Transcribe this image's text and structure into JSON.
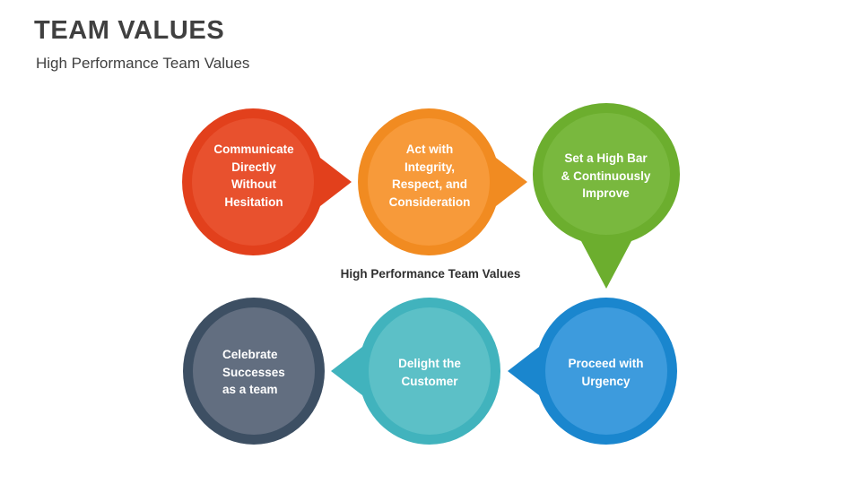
{
  "header": {
    "title": "TEAM VALUES",
    "subtitle": "High Performance Team Values"
  },
  "diagram": {
    "center_caption": "High Performance Team Values",
    "type": "cycle-teardrop-diagram",
    "nodes": [
      {
        "id": "communicate",
        "label": "Communicate\nDirectly\nWithout\nHesitation",
        "outer_color": "#E2401C",
        "inner_color": "#E8512E",
        "point_direction": "right",
        "row": "top",
        "order": 1
      },
      {
        "id": "integrity",
        "label": "Act with\nIntegrity,\nRespect, and\nConsideration",
        "outer_color": "#F18B21",
        "inner_color": "#F79A3A",
        "point_direction": "right",
        "row": "top",
        "order": 2
      },
      {
        "id": "highbar",
        "label": "Set a High Bar\n& Continuously\nImprove",
        "outer_color": "#6CAE2E",
        "inner_color": "#79B83E",
        "point_direction": "down",
        "row": "top",
        "order": 3
      },
      {
        "id": "urgency",
        "label": "Proceed with\nUrgency",
        "outer_color": "#1A86CE",
        "inner_color": "#3D9BDD",
        "point_direction": "left",
        "row": "bottom",
        "order": 4
      },
      {
        "id": "delight",
        "label": "Delight the\nCustomer",
        "outer_color": "#41B3BD",
        "inner_color": "#5CC0C7",
        "point_direction": "left",
        "row": "bottom",
        "order": 5
      },
      {
        "id": "celebrate",
        "label": "Celebrate\nSuccesses\nas a team",
        "outer_color": "#3D4F63",
        "inner_color": "#626E80",
        "point_direction": "none",
        "row": "bottom",
        "order": 6
      }
    ]
  },
  "colors": {
    "background": "#FFFFFF",
    "title_text": "#404040",
    "subtitle_text": "#3F3F3F",
    "node_text": "#FFFFFF"
  }
}
